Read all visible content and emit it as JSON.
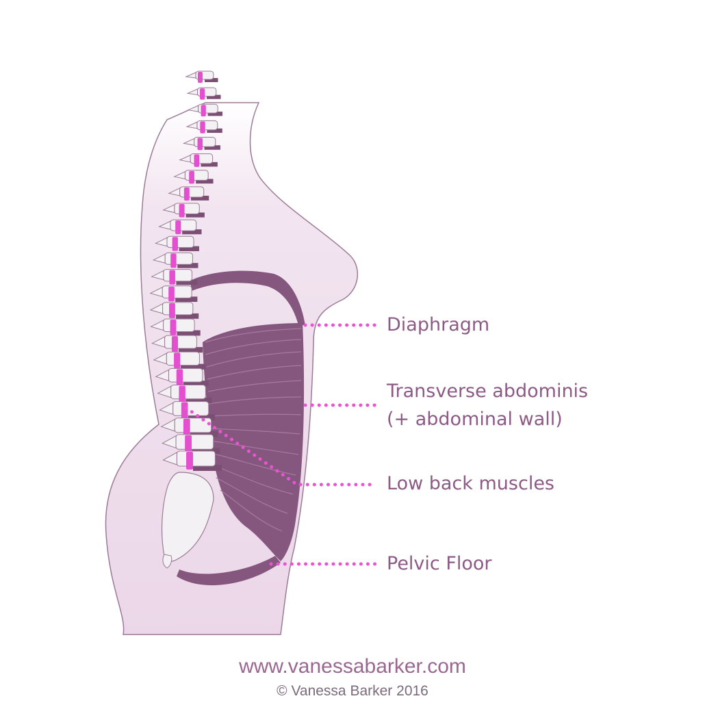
{
  "labels": {
    "diaphragm": "Diaphragm",
    "transverse_line1": "Transverse abdominis",
    "transverse_line2": "(+ abdominal wall)",
    "low_back": "Low back muscles",
    "pelvic_floor": "Pelvic Floor"
  },
  "footer": {
    "website": "www.vanessabarker.com",
    "copyright": "© Vanessa Barker 2016"
  },
  "colors": {
    "body_fill": "#eedcec",
    "muscle": "#85577e",
    "vertebra": "#f3f1f3",
    "disc": "#7b4f73",
    "spinal_highlight": "#e34fcf",
    "leader_dots": "#ea53d2",
    "label_text": "#8c5a85"
  }
}
